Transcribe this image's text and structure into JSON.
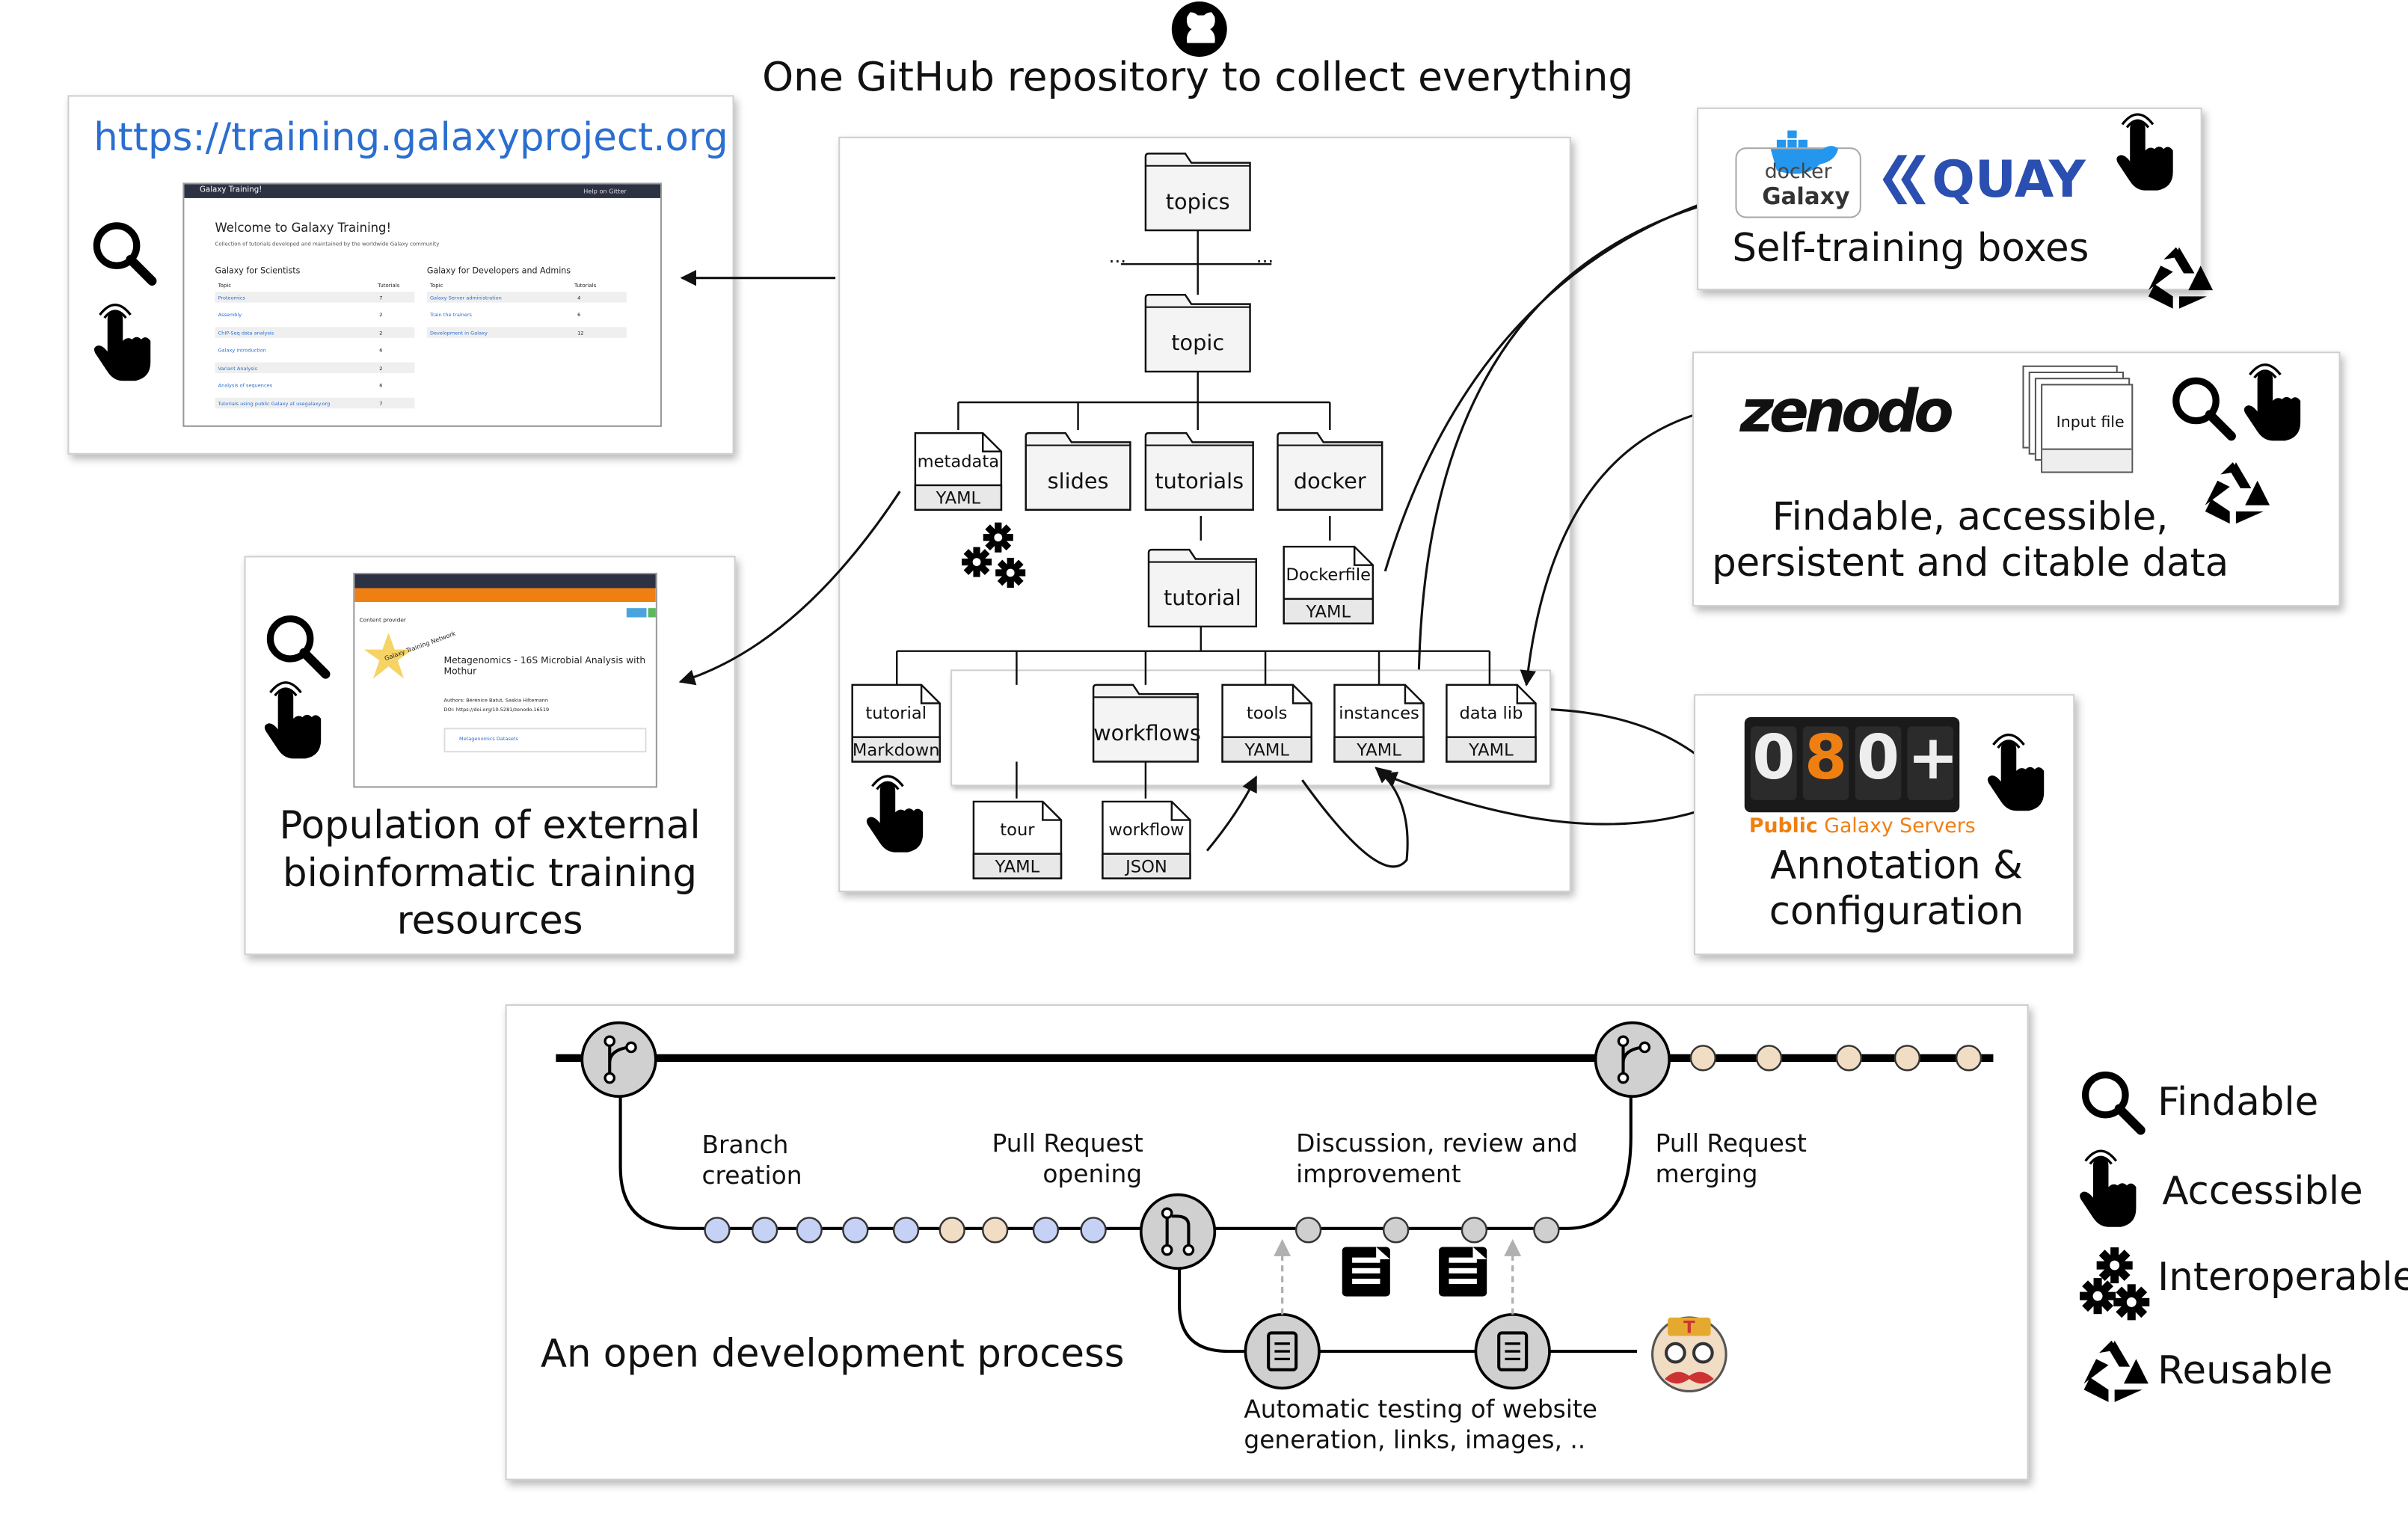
{
  "title": "One GitHub repository to collect everything",
  "website": {
    "url": "https://training.galaxyproject.org",
    "mini": {
      "brand": "Galaxy Training!",
      "help": "Help on Gitter",
      "heading": "Welcome to Galaxy Training!",
      "subheading": "Collection of tutorials developed and maintained by the worldwide Galaxy community",
      "col1_title": "Galaxy for Scientists",
      "col2_title": "Galaxy for Developers and Admins",
      "col_topic": "Topic",
      "col_tutorials": "Tutorials",
      "scientists": [
        {
          "topic": "Proteomics",
          "count": "7"
        },
        {
          "topic": "Assembly",
          "count": "2"
        },
        {
          "topic": "ChIP-Seq data analysis",
          "count": "2"
        },
        {
          "topic": "Galaxy introduction",
          "count": "6"
        },
        {
          "topic": "Variant Analysis",
          "count": "2"
        },
        {
          "topic": "Analysis of sequences",
          "count": "6"
        },
        {
          "topic": "Tutorials using public Galaxy at usegalaxy.org",
          "count": "7"
        }
      ],
      "developers": [
        {
          "topic": "Galaxy Server administration",
          "count": "4"
        },
        {
          "topic": "Train the trainers",
          "count": "6"
        },
        {
          "topic": "Development in Galaxy",
          "count": "12"
        }
      ]
    }
  },
  "external": {
    "label": "Population of external bioinformatic training resources",
    "lines": [
      "Population of external",
      "bioinformatic training",
      "resources"
    ],
    "mini": {
      "provider": "Content provider",
      "badge": "Galaxy Training Network",
      "resource_title": "Metagenomics - 16S Microbial Analysis with Mothur",
      "datasets": "Metagenomics Datasets",
      "meta1": "Authors: Bérénice Batut, Saskia Hiltemann",
      "meta2": "DOI: https://doi.org/10.5281/zenodo.16519"
    }
  },
  "repo": {
    "folders": {
      "topics": "topics",
      "topic": "topic",
      "metadata": "metadata",
      "metadata_yaml": "YAML",
      "slides": "slides",
      "tutorials": "tutorials",
      "docker": "docker",
      "tutorial": "tutorial",
      "dockerfile": "Dockerfile",
      "dockerfile_yaml": "YAML",
      "tutorial_md": "tutorial",
      "tutorial_md_type": "Markdown",
      "workflows": "workflows",
      "tools": "tools",
      "tools_yaml": "YAML",
      "instances": "instances",
      "instances_yaml": "YAML",
      "datalib": "data lib",
      "datalib_yaml": "YAML",
      "tour": "tour",
      "tour_yaml": "YAML",
      "workflow": "workflow",
      "workflow_json": "JSON",
      "ellipsis": "..."
    }
  },
  "boxes": {
    "docker_top": "docker",
    "docker_bottom": "Galaxy",
    "quay": "QUAY",
    "self_training": "Self-training boxes",
    "zenodo": "zenodo",
    "input_file": "Input file",
    "zenodo_lines": [
      "Findable, accessible,",
      "persistent and citable data"
    ],
    "servers_count": [
      "0",
      "8",
      "0",
      "+"
    ],
    "servers_label_bold": "Public",
    "servers_label_rest": " Galaxy Servers",
    "annotation_lines": [
      "Annotation &",
      "configuration"
    ]
  },
  "process": {
    "title": "An open development process",
    "branch": [
      "Branch",
      "creation"
    ],
    "pr_open": [
      "Pull Request",
      "opening"
    ],
    "discussion": [
      "Discussion, review and",
      "improvement"
    ],
    "pr_merge": [
      "Pull Request",
      "merging"
    ],
    "testing": [
      "Automatic testing of website",
      "generation, links, images, .."
    ]
  },
  "legend": [
    "Findable",
    "Accessible",
    "Interoperable",
    "Reusable"
  ],
  "colors": {
    "link_blue": "#2a6ed0",
    "commit_blue": "#c5d2f5",
    "commit_tan": "#f1dcc4",
    "commit_grey": "#cfcfcf",
    "galaxy_orange": "#f07f12"
  }
}
